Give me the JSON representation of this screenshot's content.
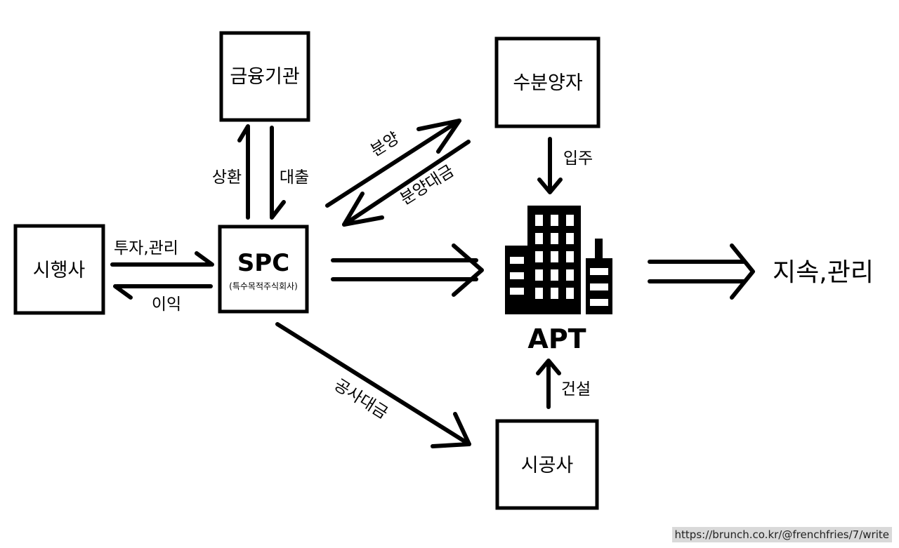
{
  "nodes": {
    "developer": "시행사",
    "financial": "금융기관",
    "spc": "SPC",
    "spc_sub": "(특수목적주식회사)",
    "buyers": "수분양자",
    "contractor": "시공사",
    "apt": "APT",
    "ongoing": "지속,관리"
  },
  "edges": {
    "invest": "투자,관리",
    "profit": "이익",
    "repay": "상환",
    "loan": "대출",
    "sale": "분양",
    "sale_payment": "분양대금",
    "movein": "입주",
    "build": "건설",
    "construction_payment": "공사대금"
  },
  "icons": {
    "apt": "apartment-building-icon"
  },
  "watermark": "https://brunch.co.kr/@frenchfries/7/write",
  "colors": {
    "ink": "#000000",
    "background": "#ffffff",
    "watermark_bg": "#d9d9d9"
  }
}
